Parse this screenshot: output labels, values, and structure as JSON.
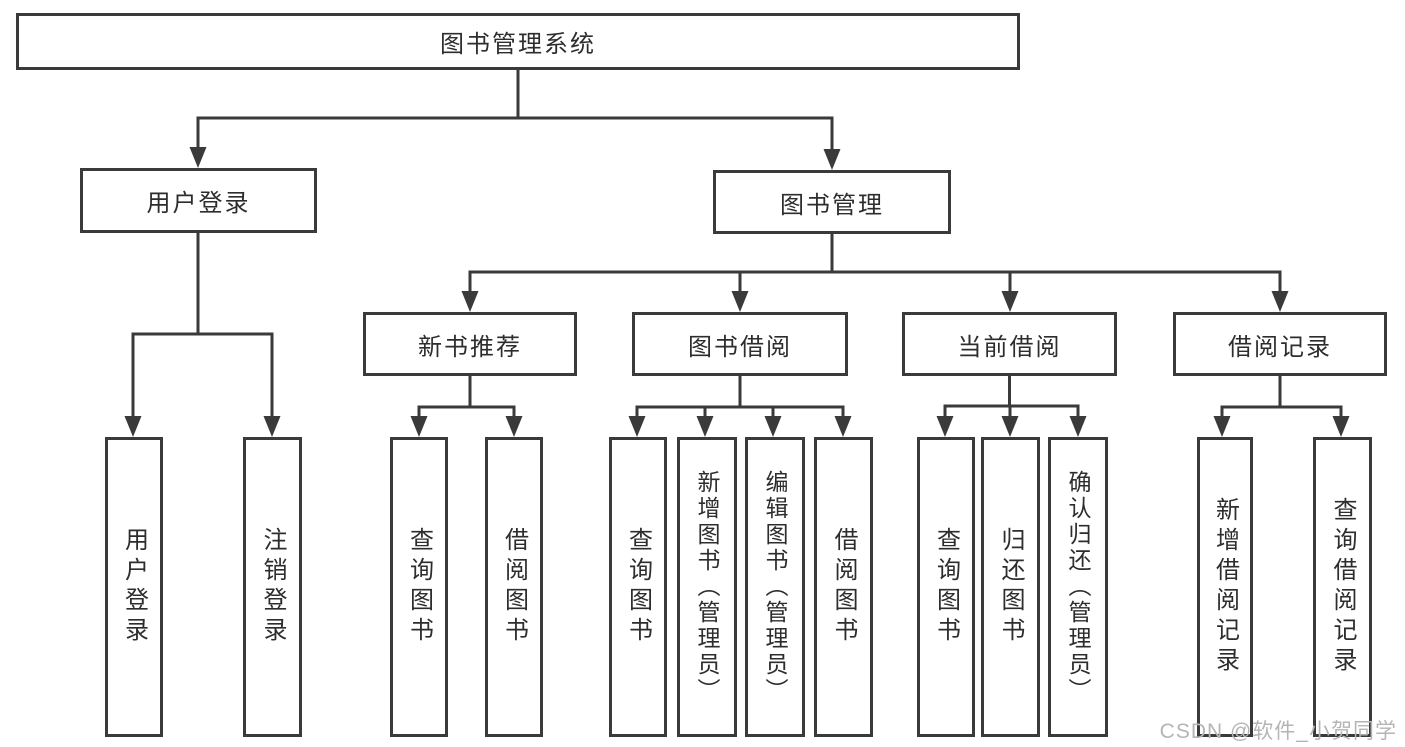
{
  "diagram": {
    "title_node": {
      "label": "图书管理系统"
    },
    "level2": [
      {
        "label": "用户登录"
      },
      {
        "label": "图书管理"
      }
    ],
    "level3": [
      {
        "label": "新书推荐"
      },
      {
        "label": "图书借阅"
      },
      {
        "label": "当前借阅"
      },
      {
        "label": "借阅记录"
      }
    ],
    "level4": {
      "user_login": [
        {
          "label": "用户登录"
        },
        {
          "label": "注销登录"
        }
      ],
      "new_book_recommend": [
        {
          "label": "查询图书"
        },
        {
          "label": "借阅图书"
        }
      ],
      "book_borrow": [
        {
          "label": "查询图书"
        },
        {
          "label": "新增图书（管理员）"
        },
        {
          "label": "编辑图书（管理员）"
        },
        {
          "label": "借阅图书"
        }
      ],
      "current_borrow": [
        {
          "label": "查询图书"
        },
        {
          "label": "归还图书"
        },
        {
          "label": "确认归还（管理员）"
        }
      ],
      "borrow_records": [
        {
          "label": "新增借阅记录"
        },
        {
          "label": "查询借阅记录"
        }
      ]
    },
    "colors": {
      "line": "#3a3a3a",
      "text": "#2d2d2d",
      "background": "#ffffff"
    }
  },
  "watermark": {
    "text": "CSDN @软件_小贺同学",
    "color": "#b5b5b5"
  }
}
